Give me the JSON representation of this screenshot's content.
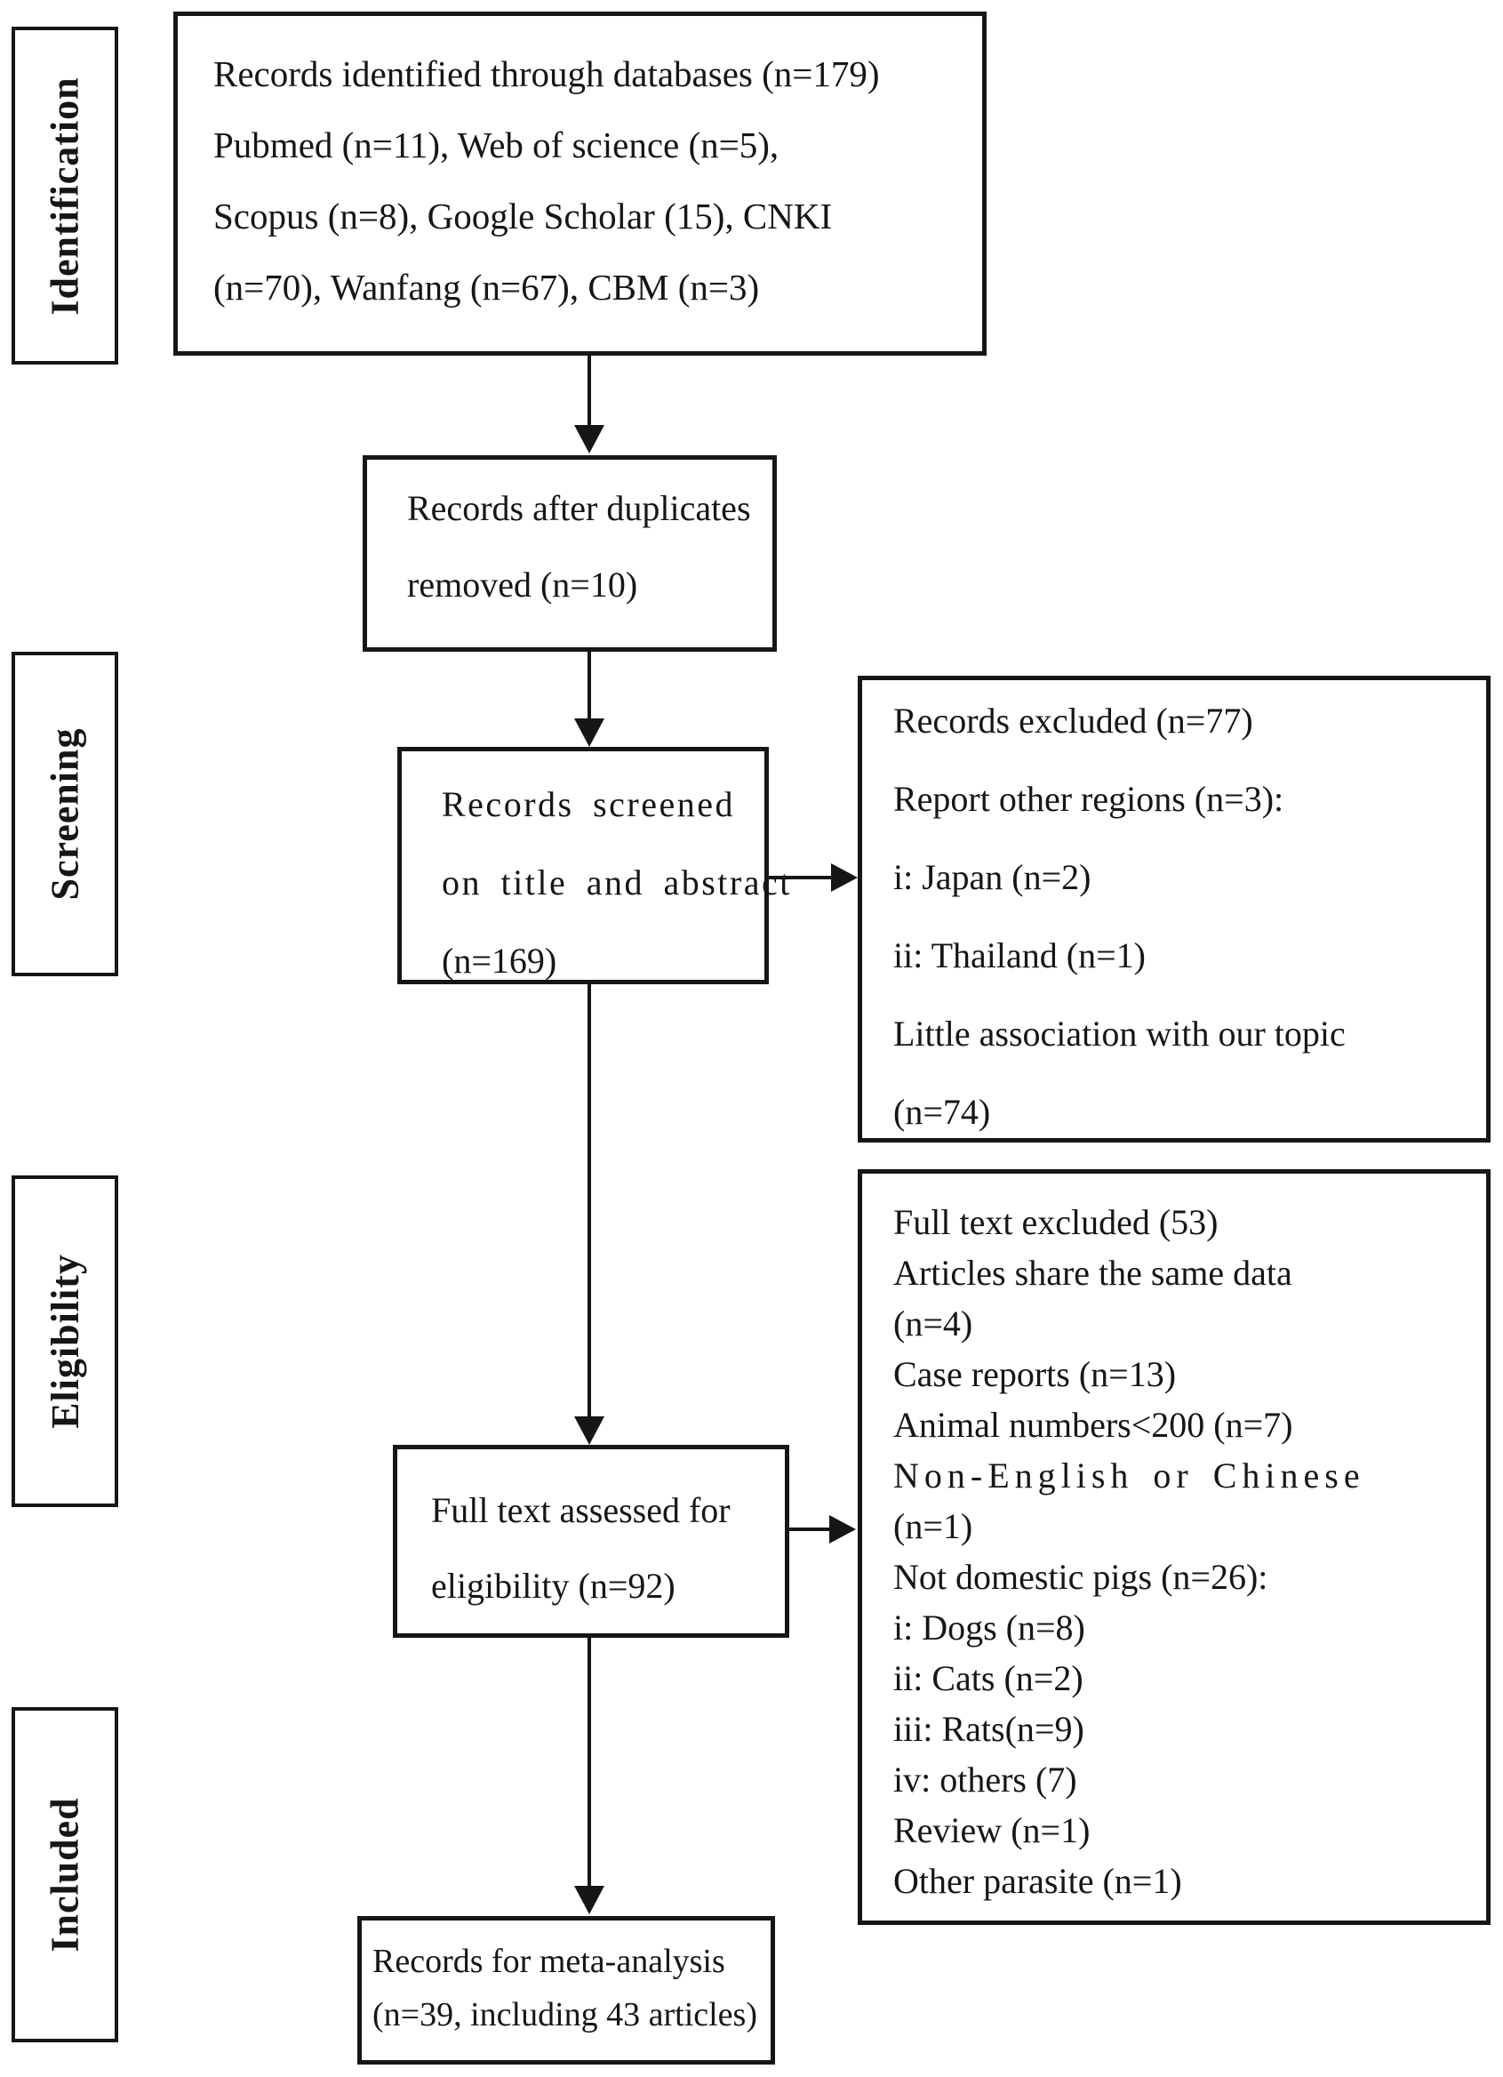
{
  "stages": {
    "identification": "Identification",
    "screening": "Screening",
    "eligibility": "Eligibility",
    "included": "Included"
  },
  "boxes": {
    "identified": {
      "lines": [
        "Records identified through databases (n=179)",
        "Pubmed (n=11), Web of science (n=5),",
        "Scopus (n=8), Google Scholar (15), CNKI",
        "(n=70), Wanfang (n=67), CBM (n=3)"
      ]
    },
    "duplicates": {
      "lines": [
        "Records after duplicates",
        "removed (n=10)"
      ]
    },
    "screened": {
      "lines": [
        "Records screened",
        "on title and abstract",
        "(n=169)"
      ]
    },
    "excluded1": {
      "lines": [
        "Records excluded (n=77)",
        "Report other regions (n=3):",
        "i: Japan (n=2)",
        "ii: Thailand (n=1)",
        "Little association with our topic",
        "(n=74)"
      ]
    },
    "fulltext": {
      "lines": [
        "Full text assessed for",
        "eligibility (n=92)"
      ]
    },
    "excluded2": {
      "lines": [
        "Full text excluded (53)",
        "Articles share the same data",
        "(n=4)",
        "Case reports (n=13)",
        "Animal numbers<200 (n=7)",
        "Non-English or Chinese",
        "(n=1)",
        "Not domestic pigs (n=26):",
        "i: Dogs (n=8)",
        "ii: Cats (n=2)",
        "iii: Rats(n=9)",
        "iv: others (7)",
        "Review (n=1)",
        "Other parasite (n=1)"
      ]
    },
    "included": {
      "lines": [
        "Records for meta-analysis",
        "(n=39, including 43 articles)"
      ]
    }
  },
  "colors": {
    "ink": "#161616",
    "background": "#ffffff"
  }
}
